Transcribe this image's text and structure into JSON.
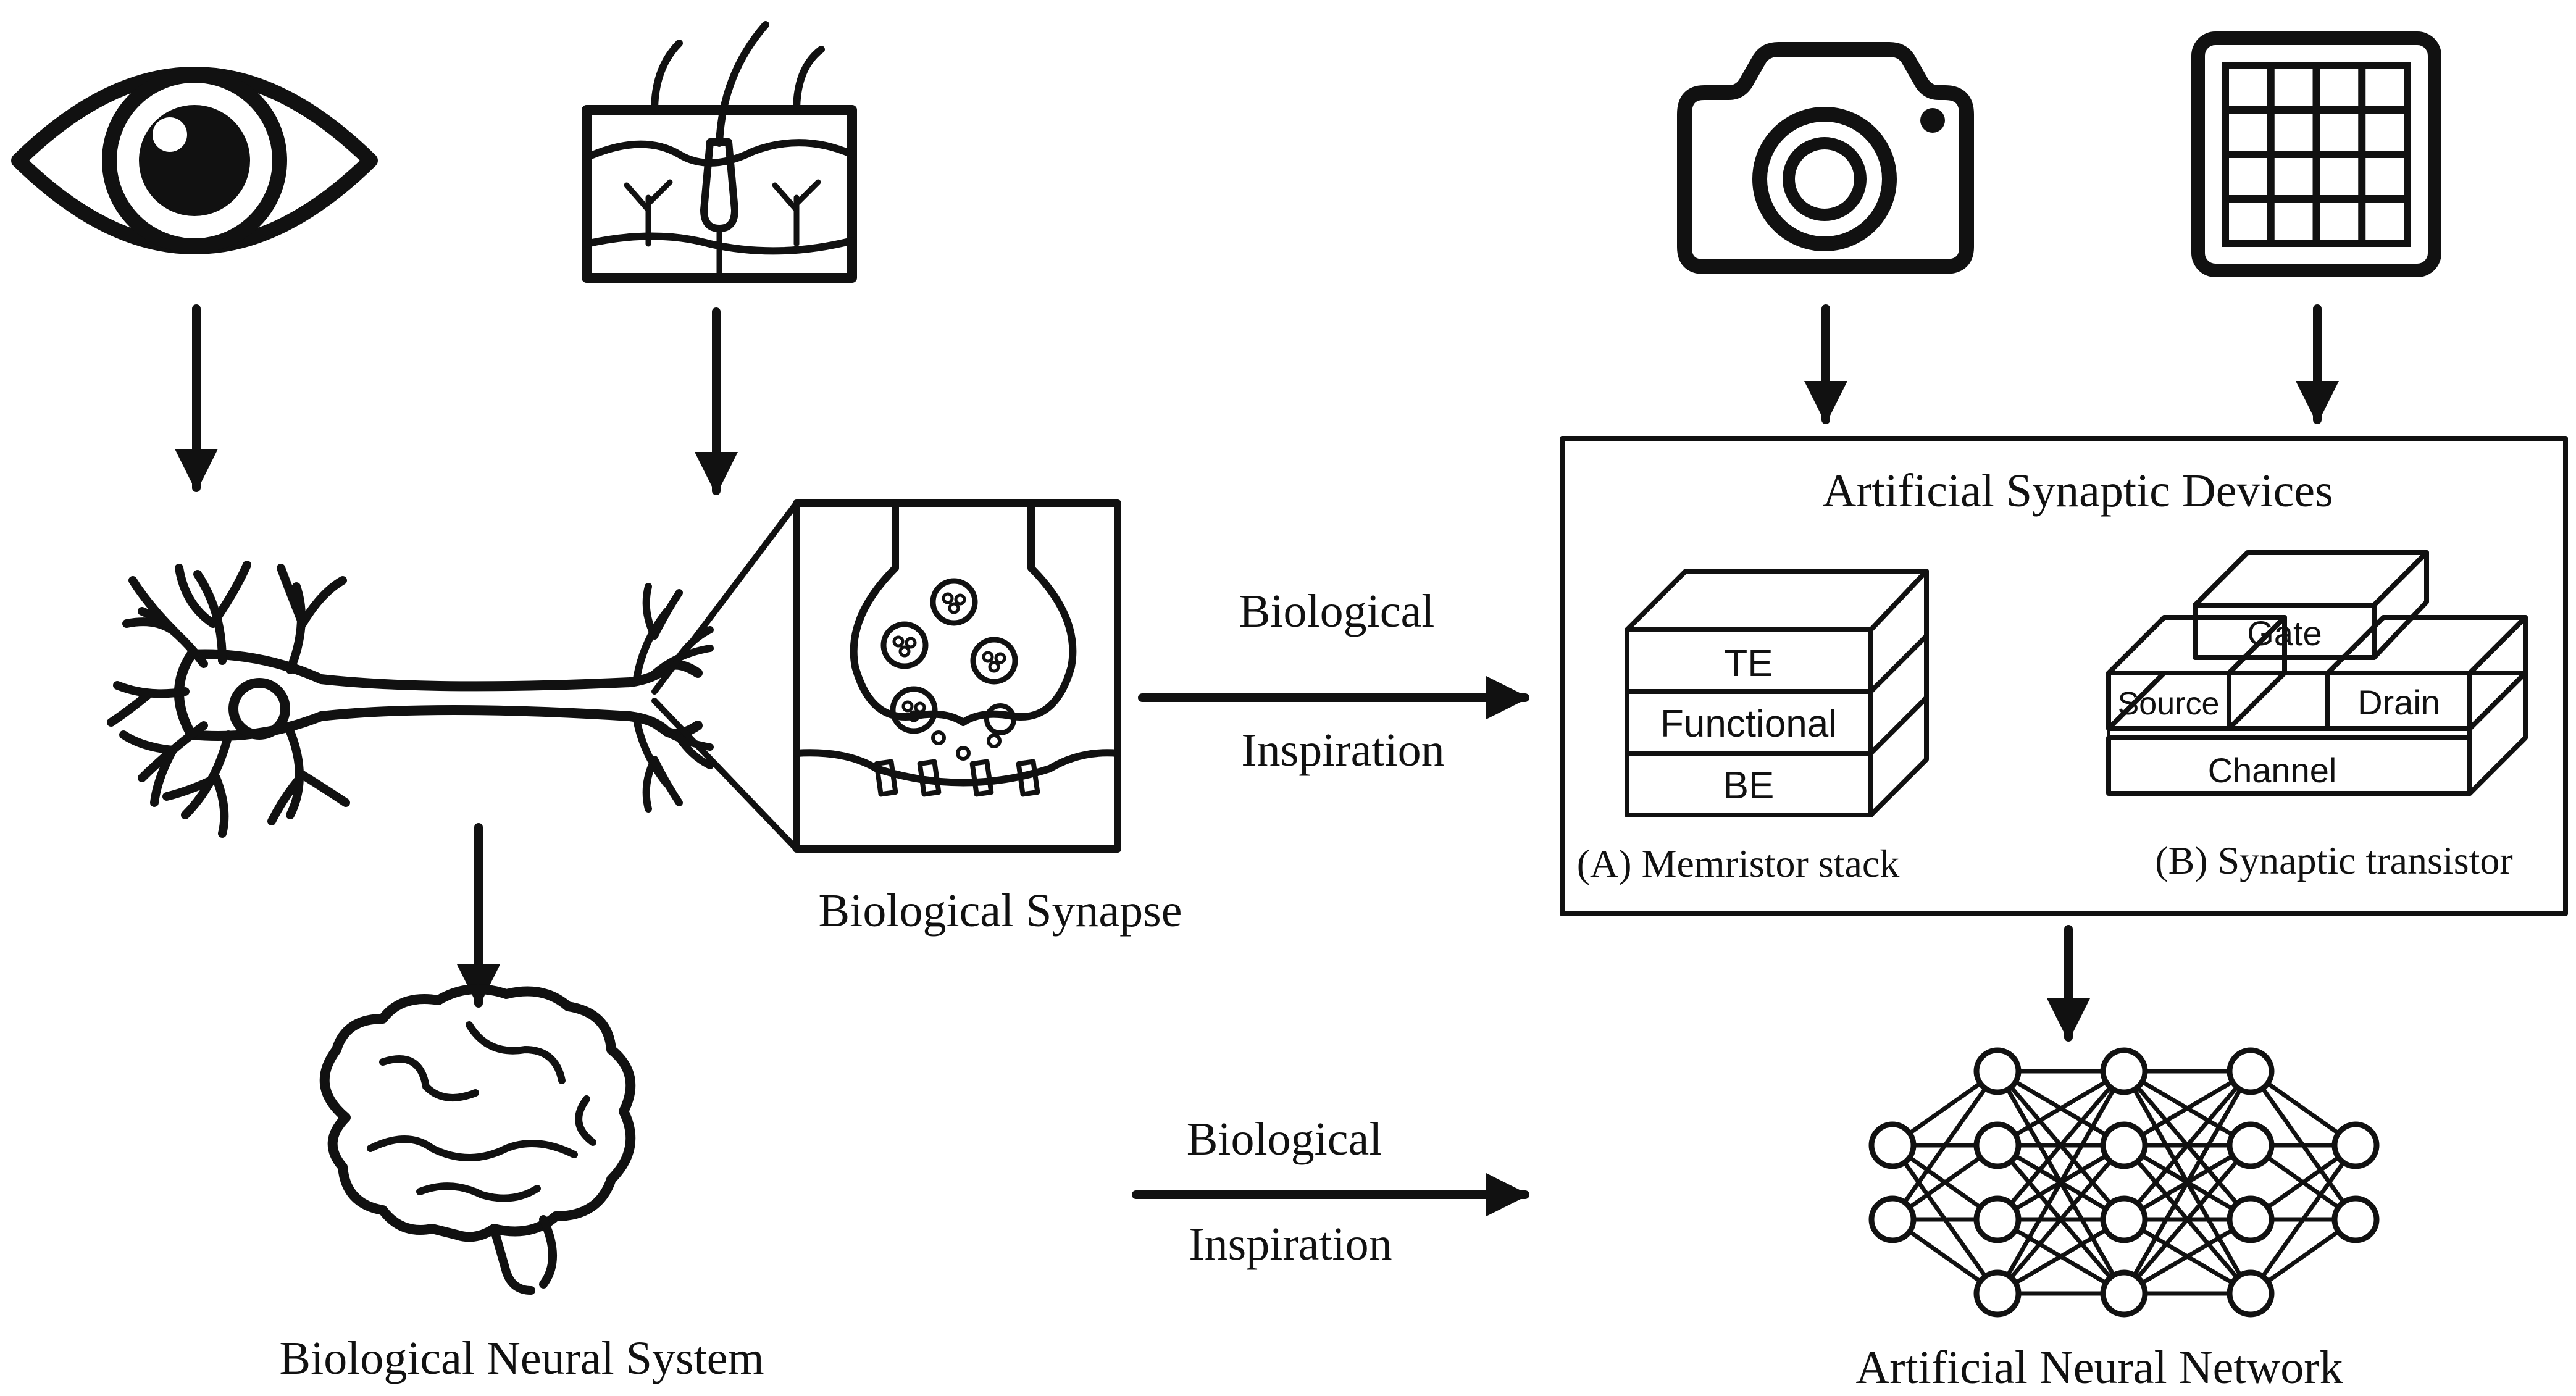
{
  "labels": {
    "biological_synapse": "Biological Synapse",
    "biological_neural_system": "Biological Neural System",
    "artificial_synaptic_devices": "Artificial Synaptic Devices",
    "artificial_neural_network": "Artificial Neural Network",
    "inspiration_top_line1": "Biological",
    "inspiration_top_line2": "Inspiration",
    "inspiration_bottom_line1": "Biological",
    "inspiration_bottom_line2": "Inspiration"
  },
  "memristor": {
    "caption": "(A) Memristor stack",
    "layers": [
      "TE",
      "Functional",
      "BE"
    ]
  },
  "transistor": {
    "caption": "(B) Synaptic transistor",
    "gate": "Gate",
    "source": "Source",
    "drain": "Drain",
    "channel": "Channel"
  },
  "icons": [
    "eye-icon",
    "skin-icon",
    "camera-icon",
    "sensor-grid-icon",
    "neuron-icon",
    "brain-icon",
    "neural-network-icon"
  ],
  "network": {
    "layer_sizes": [
      2,
      4,
      4,
      4,
      2
    ]
  }
}
